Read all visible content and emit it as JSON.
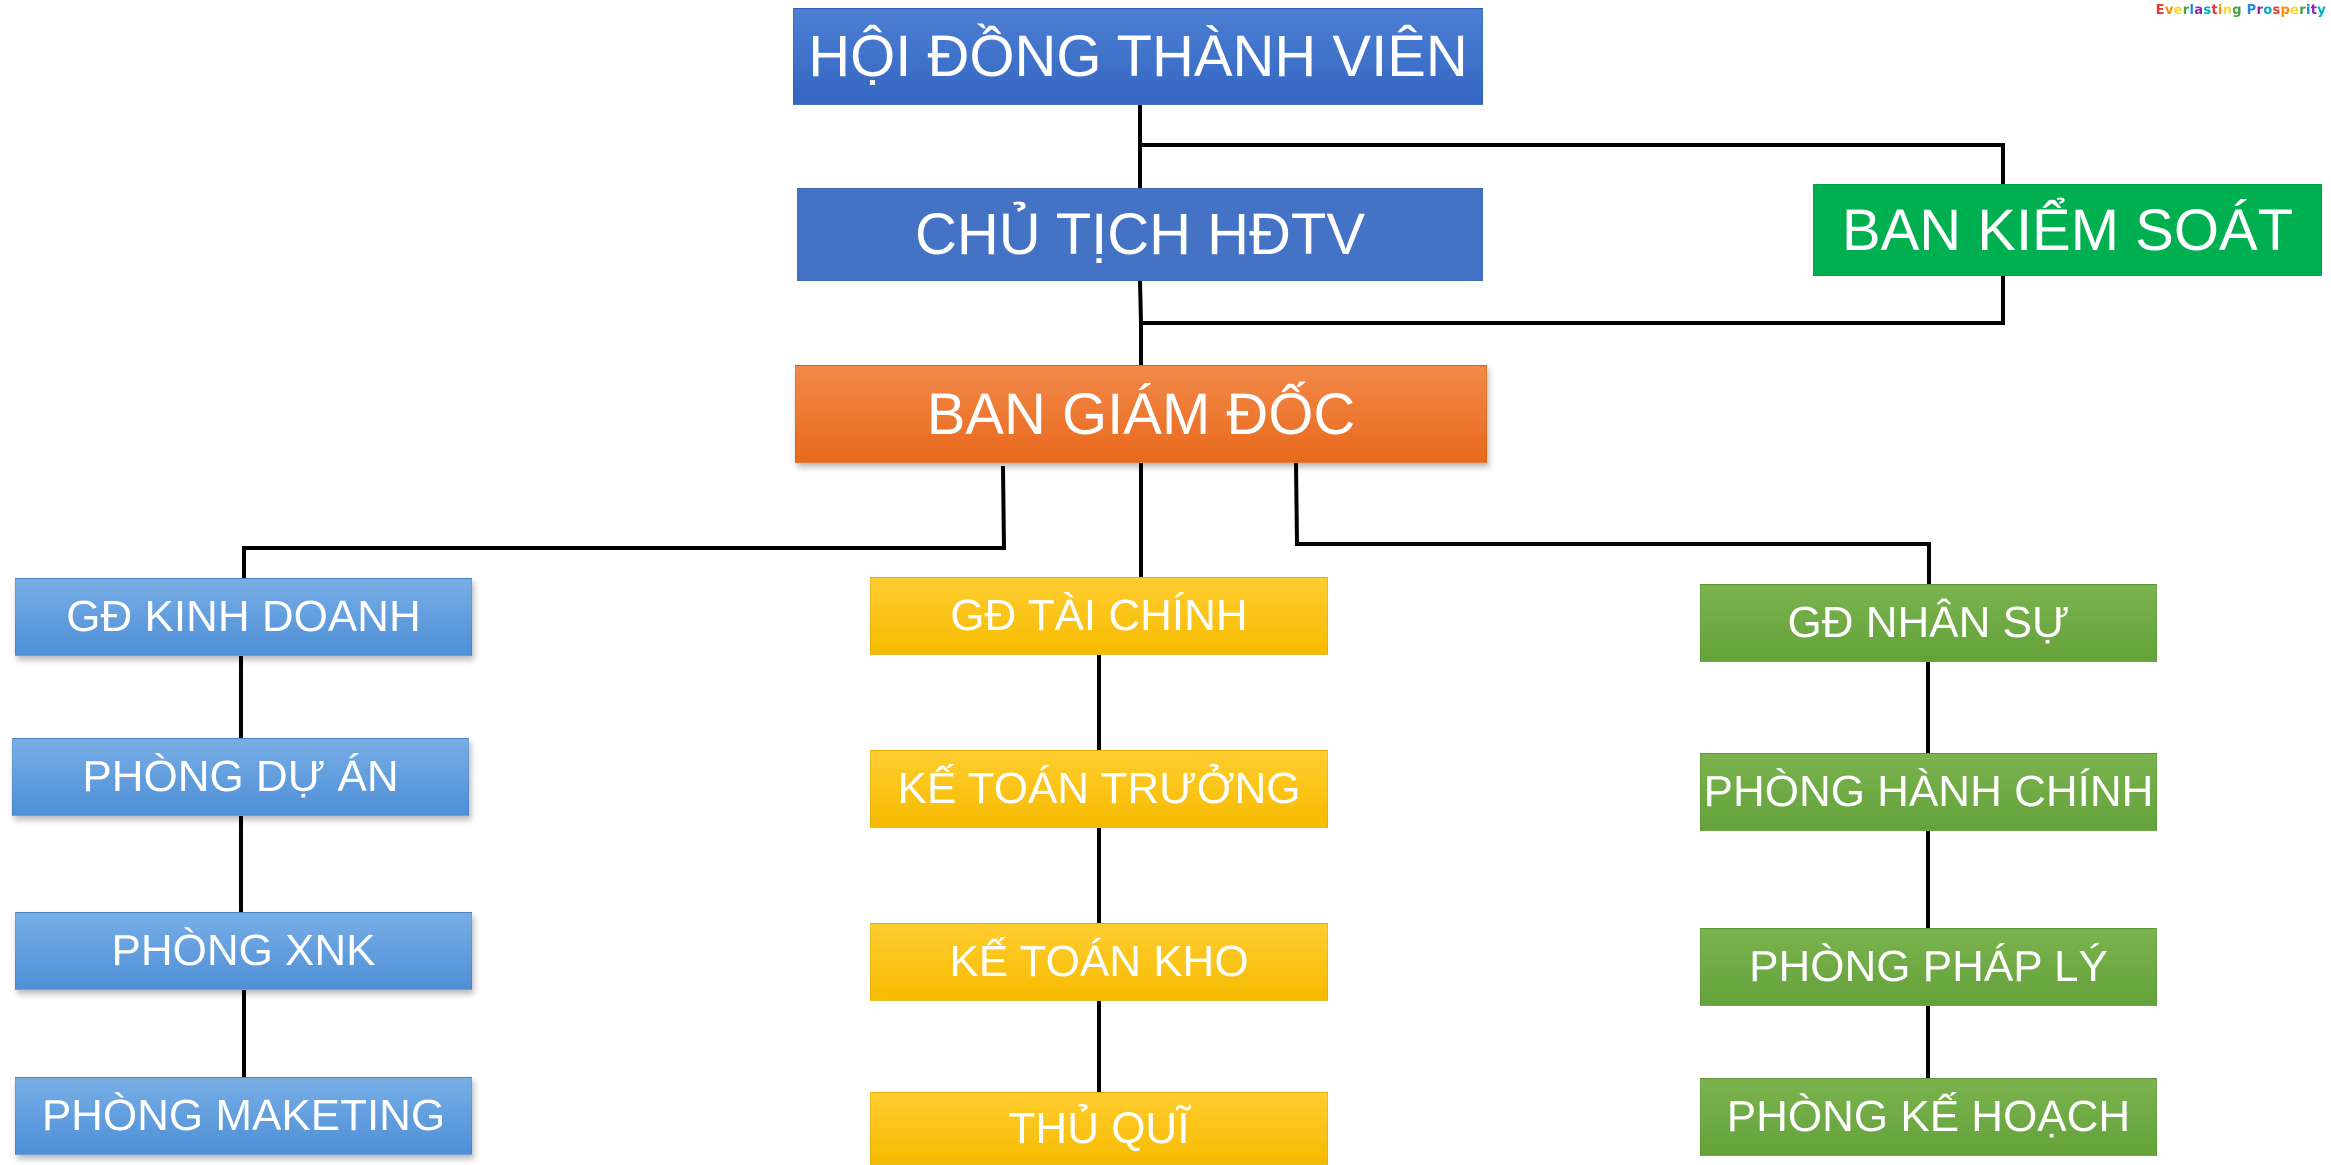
{
  "logo": {
    "text": "Everlasting Prosperity",
    "colors": [
      "#e53935",
      "#fb8c00",
      "#fdd835",
      "#43a047",
      "#1e88e5",
      "#8e24aa",
      "#00acc1"
    ]
  },
  "nodes": {
    "hoi_dong_thanh_vien": "HỘI ĐỒNG THÀNH VIÊN",
    "chu_tich_hdtv": "CHỦ TỊCH HĐTV",
    "ban_kiem_soat": "BAN KIỂM SOÁT",
    "ban_giam_doc": "BAN GIÁM ĐỐC",
    "gd_kinh_doanh": "GĐ KINH DOANH",
    "phong_du_an": "PHÒNG DỰ ÁN",
    "phong_xnk": "PHÒNG XNK",
    "phong_maketing": "PHÒNG MAKETING",
    "gd_tai_chinh": "GĐ TÀI CHÍNH",
    "ke_toan_truong": "KẾ TOÁN TRƯỞNG",
    "ke_toan_kho": "KẾ TOÁN KHO",
    "thu_qui": "THỦ QUĨ",
    "gd_nhan_su": "GĐ NHÂN SỰ",
    "phong_hanh_chinh": "PHÒNG HÀNH CHÍNH",
    "phong_phap_ly": "PHÒNG PHÁP LÝ",
    "phong_ke_hoach": "PHÒNG KẾ HOẠCH"
  },
  "colors": {
    "governance_blue": "#3f6fc6",
    "supervisory_green": "#00b050",
    "executive_orange": "#ec7424",
    "business_blue": "#5b9bd5",
    "finance_yellow": "#ffc000",
    "hr_green": "#70ad47",
    "connector": "#000000"
  }
}
